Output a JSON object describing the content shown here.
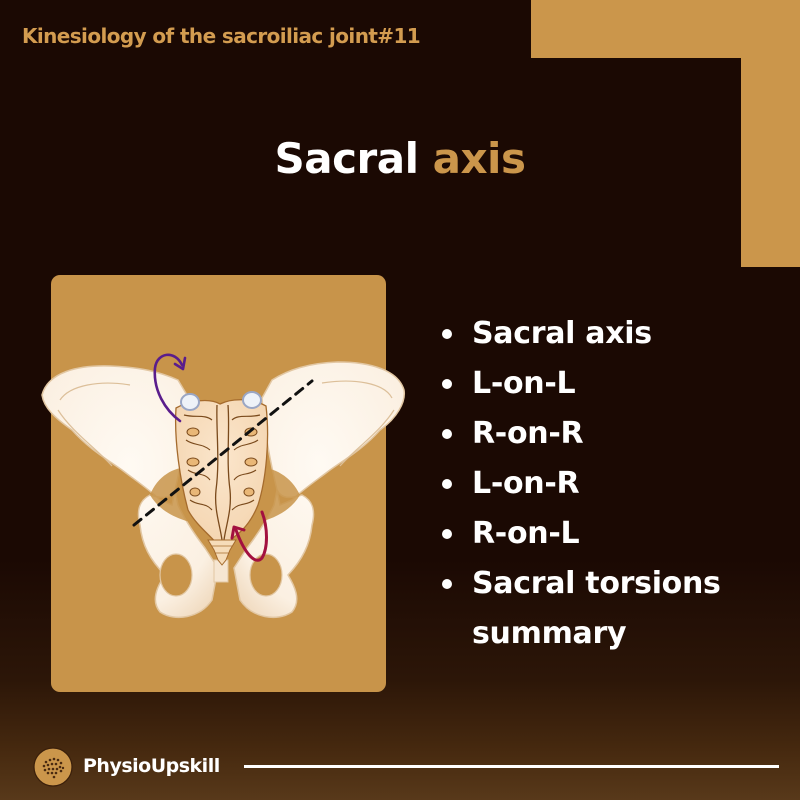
{
  "header": {
    "series_title": "Kinesiology of the sacroiliac joint#11"
  },
  "title": {
    "part1": "Sacral",
    "part2": "axis"
  },
  "illustration": {
    "subject": "pelvis-anterior-view-with-sacrum",
    "annotations": [
      "dashed-oblique-sacral-axis",
      "purple-rotation-arrow",
      "red-rotation-arrow"
    ]
  },
  "topics": [
    {
      "label": "Sacral axis"
    },
    {
      "label": "L-on-L"
    },
    {
      "label": "R-on-R"
    },
    {
      "label": "L-on-R"
    },
    {
      "label": "R-on-L"
    },
    {
      "label": "Sacral torsions"
    },
    {
      "label": "summary",
      "continuation": true
    }
  ],
  "footer": {
    "brand": "PhysioUpskill",
    "logo_icon": "brain-icon"
  },
  "colors": {
    "background": "#1b0903",
    "accent": "#cb964b",
    "card": "#c8944a",
    "text_primary": "#ffffff",
    "header_text": "#d39c50",
    "bone": "#fbf0e2",
    "bone_outline": "#d6b692",
    "arrow_purple": "#5a1d8c",
    "arrow_red": "#a3103f"
  }
}
